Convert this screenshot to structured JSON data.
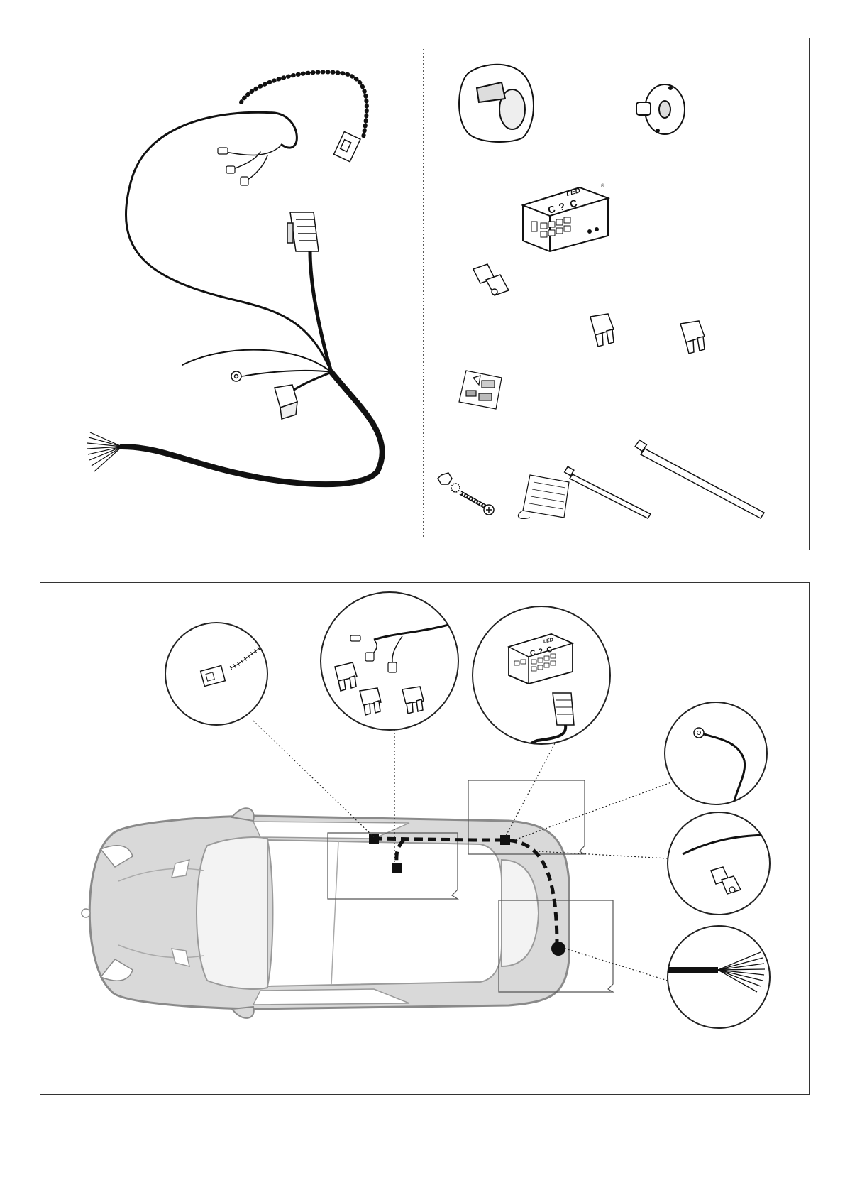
{
  "control_module": {
    "brand_small": "LED",
    "logo_letters": [
      "C",
      "?",
      "C"
    ],
    "registered_mark": "®"
  },
  "colors": {
    "line": "#111111",
    "car_fill": "#d9d9d9",
    "car_stroke": "#8a8a8a",
    "route": "#111111"
  },
  "parts_panel": {
    "items": [
      "wiring-harness",
      "socket-housing",
      "socket-cap",
      "control-module",
      "relay-connector",
      "fuse",
      "fuse",
      "instruction-sticker",
      "bolt-nut-washer",
      "adhesive-foam",
      "cable-tie-small",
      "cable-tie-large"
    ]
  },
  "install_panel": {
    "callouts": [
      "detail-connector",
      "detail-fuses-and-taps",
      "detail-module-and-plug",
      "detail-ground-ring",
      "detail-wire-and-relay",
      "detail-wire-ends"
    ]
  }
}
